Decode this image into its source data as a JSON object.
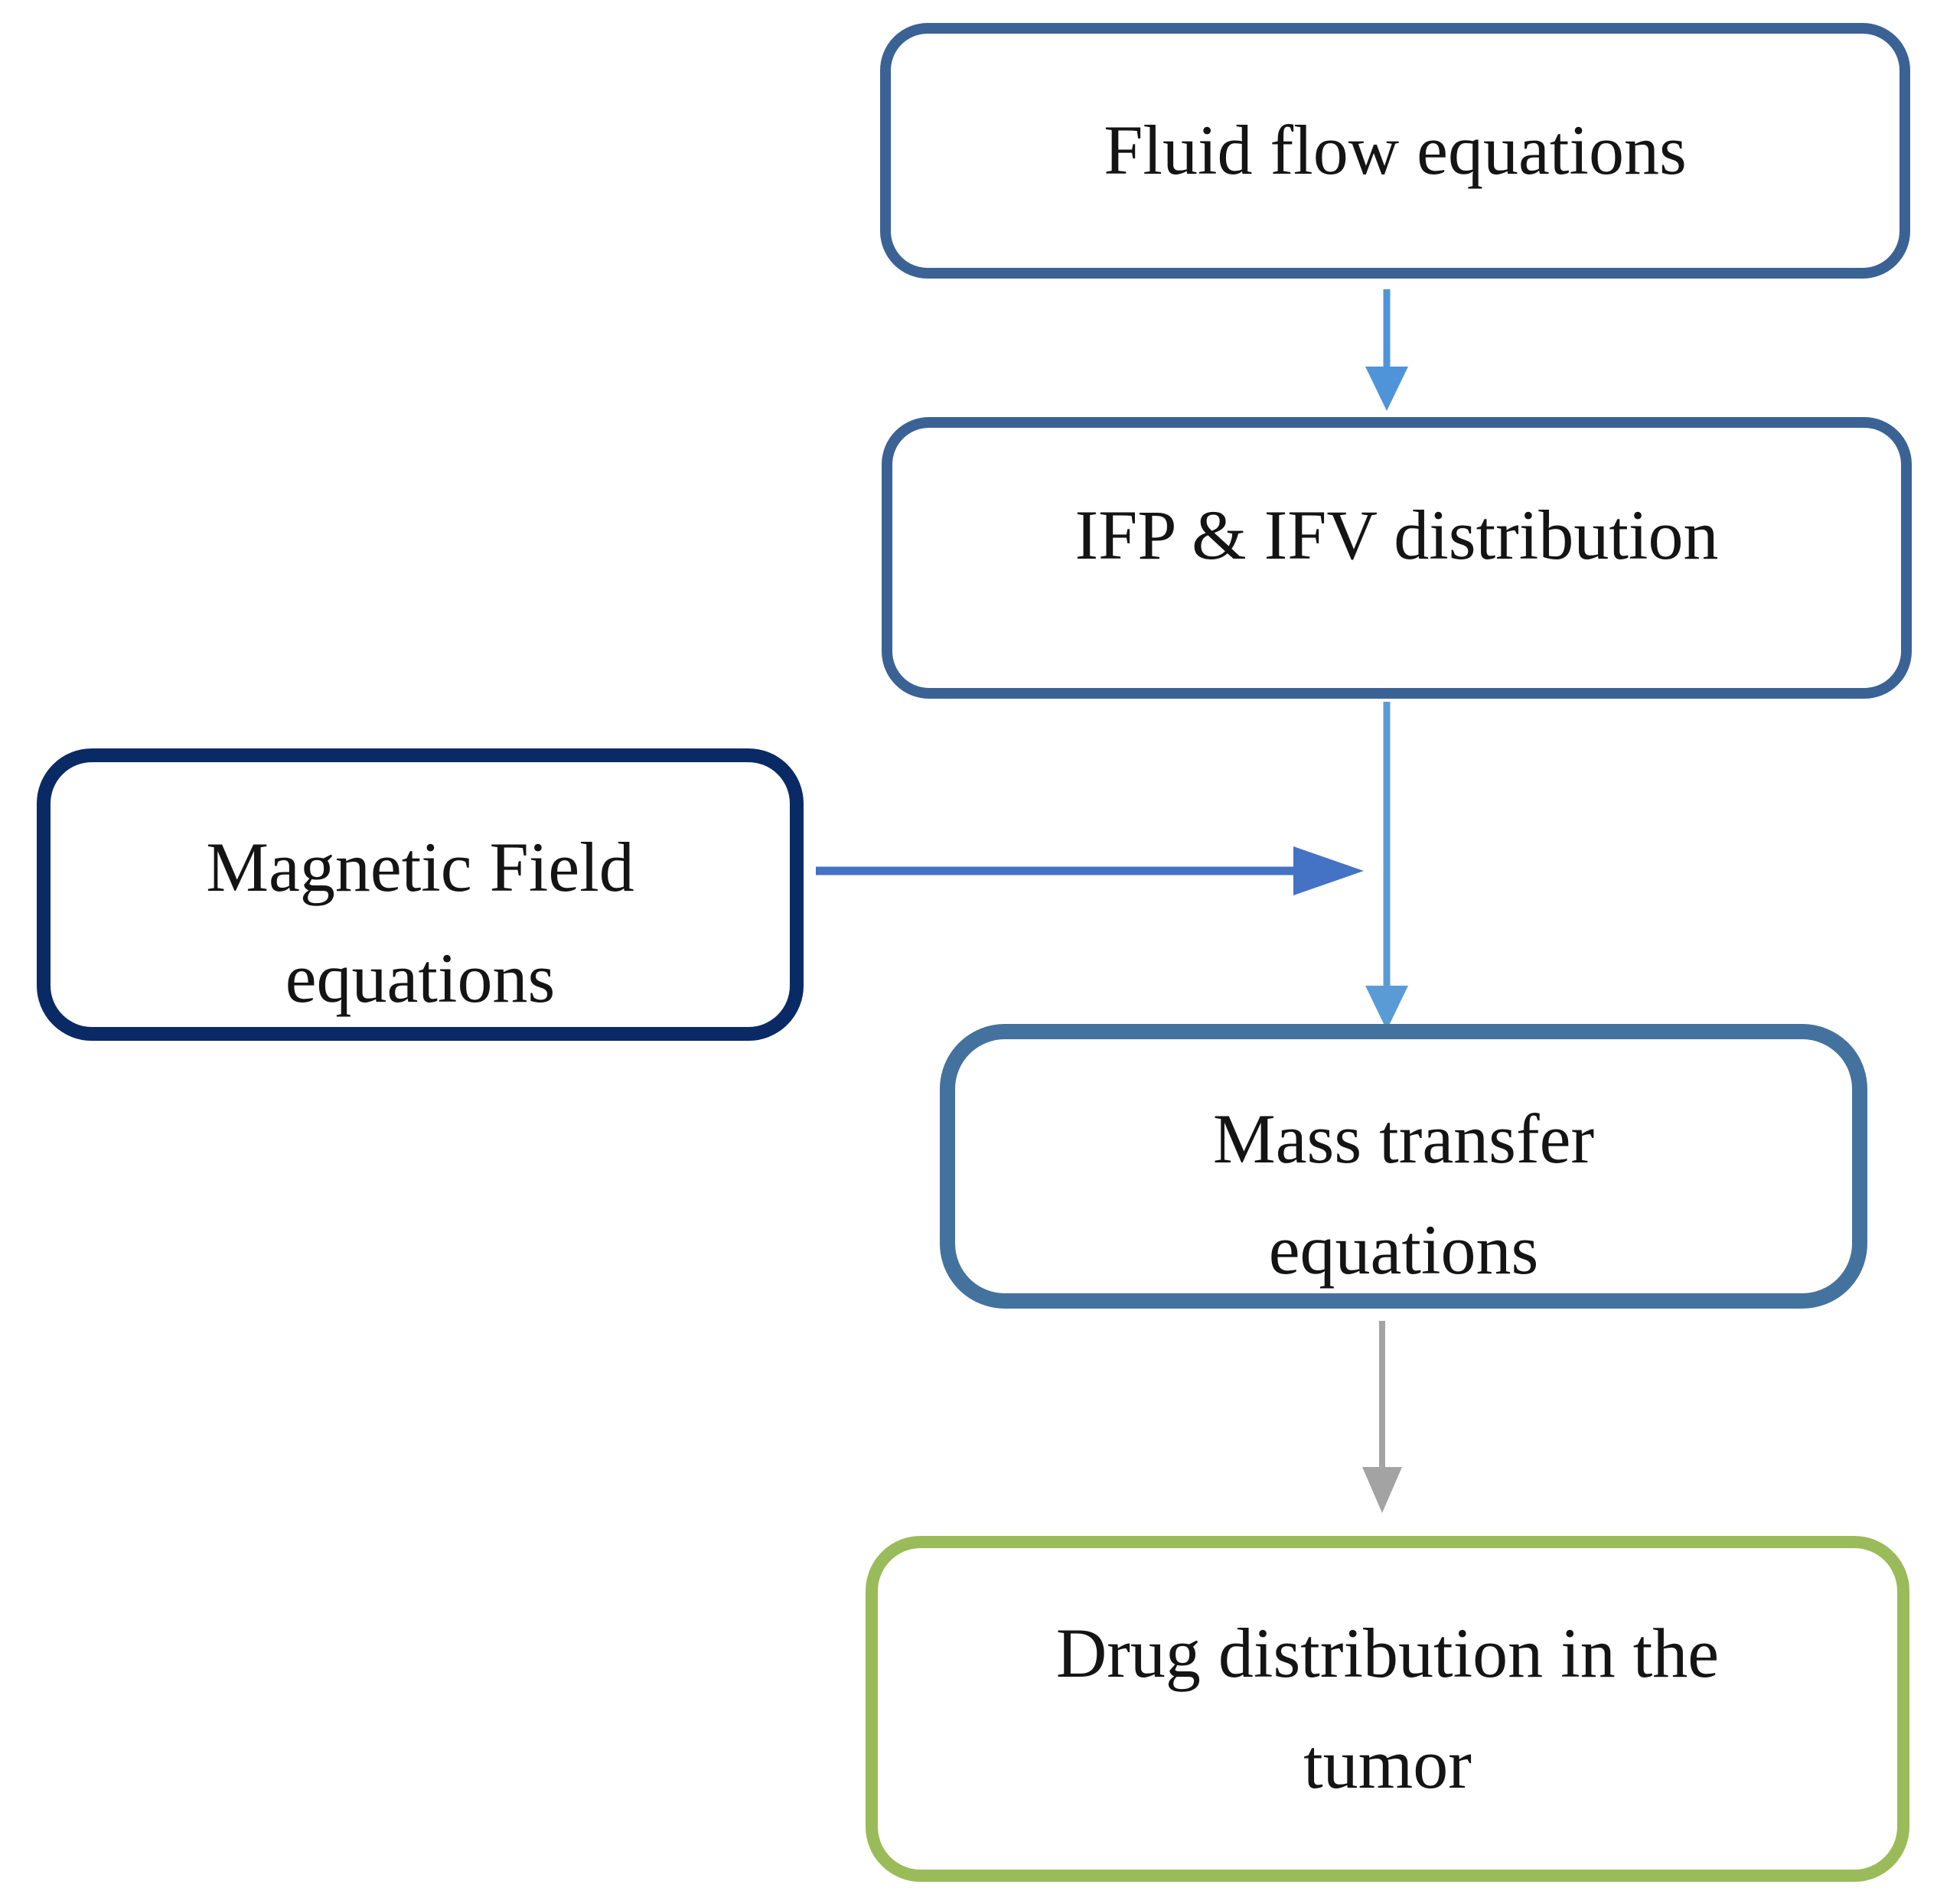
{
  "figure": {
    "type": "flowchart",
    "background": "#ffffff",
    "text_color": "#141414"
  },
  "nodes": {
    "fluid": {
      "label": "Fluid flow equations",
      "border": "#3B6295"
    },
    "ifp": {
      "label": "IFP & IFV distribution",
      "border": "#3B6295"
    },
    "magnetic": {
      "line1": "Magnetic Field",
      "line2": "equations",
      "border": "#0A2A66"
    },
    "mass": {
      "line1": "Mass transfer",
      "line2": "equations",
      "border": "#44729E"
    },
    "drug": {
      "line1": "Drug distribution in the",
      "line2": "tumor",
      "border": "#9ABB59"
    }
  },
  "arrows": {
    "fluid_to_ifp": {
      "from": "fluid",
      "to": "ifp",
      "direction": "down",
      "color": "#4F94D8"
    },
    "ifp_to_mass": {
      "from": "ifp",
      "to": "mass",
      "direction": "down",
      "color": "#5B9BD5"
    },
    "magnetic_to_junction": {
      "from": "magnetic",
      "to": "ifp-mass-arrow",
      "direction": "right",
      "color": "#4472C4"
    },
    "mass_to_drug": {
      "from": "mass",
      "to": "drug",
      "direction": "down",
      "color": "#A3A3A3"
    }
  }
}
